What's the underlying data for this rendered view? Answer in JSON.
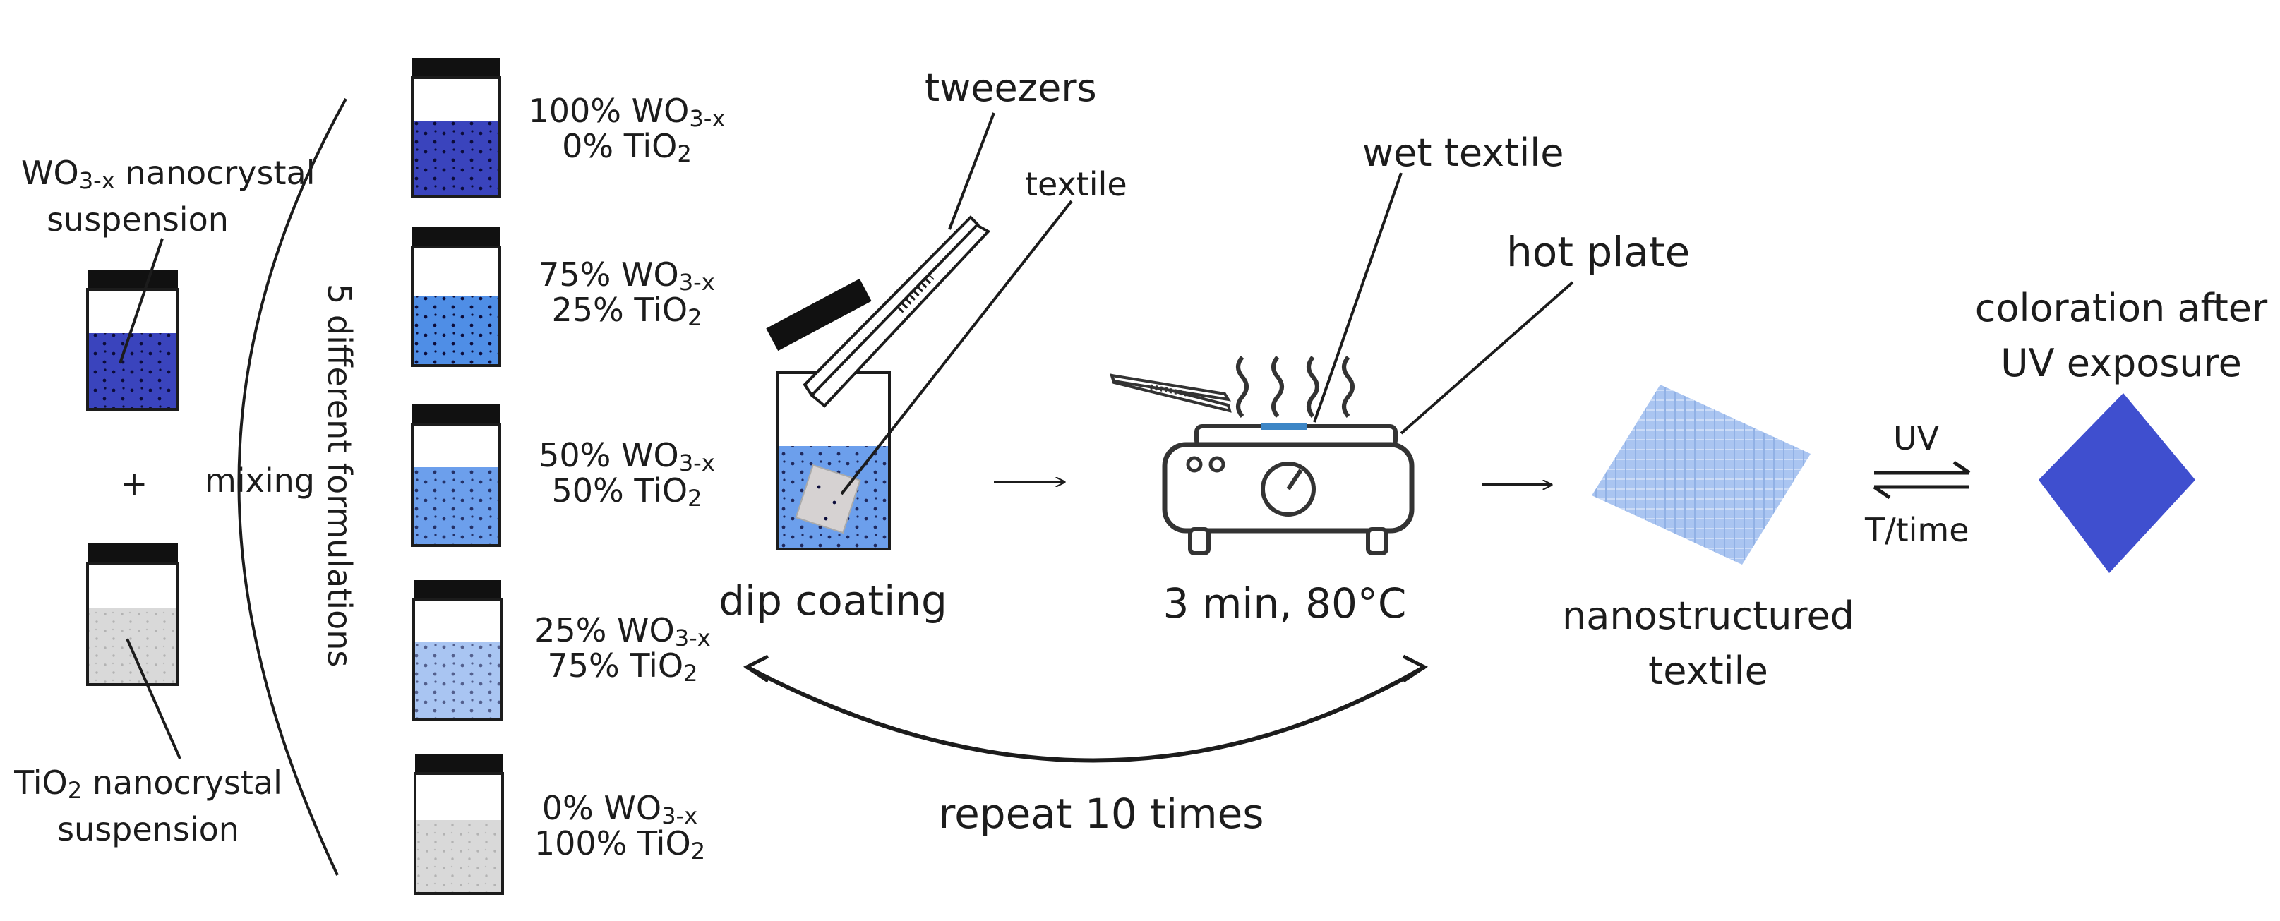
{
  "labels": {
    "wo3_suspension_1": "WO",
    "wo3_suspension_sub": "3-x",
    "wo3_suspension_2": " nanocrystal",
    "wo3_suspension_3": "suspension",
    "plus": "+",
    "tio2_suspension_1": "TiO",
    "tio2_suspension_sub": "2",
    "tio2_suspension_2": " nanocrystal",
    "tio2_suspension_3": "suspension",
    "mixing": "mixing",
    "formulations": "5 different formulations",
    "tweezers": "tweezers",
    "textile": "textile",
    "dip_coating": "dip coating",
    "wet_textile": "wet textile",
    "hot_plate": "hot plate",
    "hotplate_condition": "3 min, 80°C",
    "nanostructured_1": "nanostructured",
    "nanostructured_2": "textile",
    "uv": "UV",
    "t_time": "T/time",
    "coloration_1": "coloration after",
    "coloration_2": "UV exposure",
    "repeat": "repeat 10 times"
  },
  "formulations": [
    {
      "wo3": "100% WO",
      "wo3_sub": "3-x",
      "tio2": "0% TiO",
      "tio2_sub": "2"
    },
    {
      "wo3": "75% WO",
      "wo3_sub": "3-x",
      "tio2": "25% TiO",
      "tio2_sub": "2"
    },
    {
      "wo3": "50% WO",
      "wo3_sub": "3-x",
      "tio2": "50% TiO",
      "tio2_sub": "2"
    },
    {
      "wo3": "25% WO",
      "wo3_sub": "3-x",
      "tio2": "75% TiO",
      "tio2_sub": "2"
    },
    {
      "wo3": "0% WO",
      "wo3_sub": "3-x",
      "tio2": "100% TiO",
      "tio2_sub": "2"
    }
  ],
  "colors": {
    "ink": "#1c1c1c",
    "wo3_dark": "#3a44bd",
    "wo3_75": "#4f8ee6",
    "wo3_50": "#6c9fec",
    "wo3_25": "#a9c5f2",
    "tio2_gray": "#d9d9d9",
    "cap": "#111111",
    "textile_light": "#9bbbee",
    "textile_colored": "#3f4fcf",
    "hotplate_top": "#3d86c6"
  }
}
